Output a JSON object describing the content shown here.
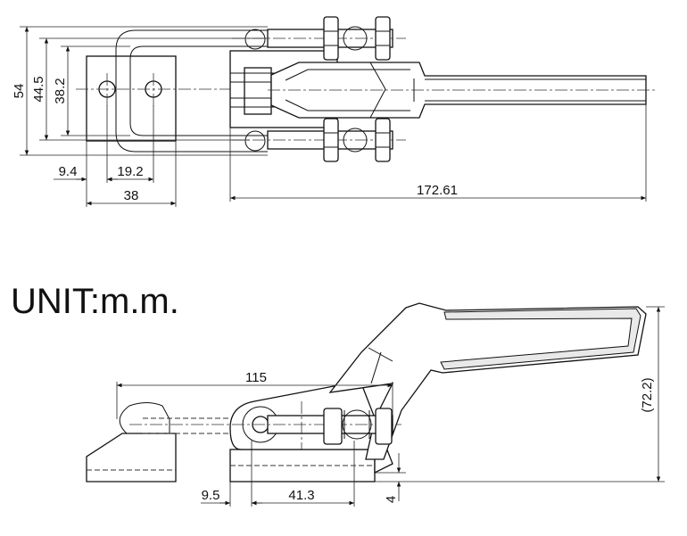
{
  "unit_label": "UNIT:m.m.",
  "dimensions": {
    "d54": "54",
    "d44_5": "44.5",
    "d38_2": "38.2",
    "d9_4": "9.4",
    "d19_2": "19.2",
    "d38": "38",
    "d172_61": "172.61",
    "d115": "115",
    "d72_2": "(72.2)",
    "d9_5": "9.5",
    "d41_3": "41.3",
    "d4": "4"
  }
}
